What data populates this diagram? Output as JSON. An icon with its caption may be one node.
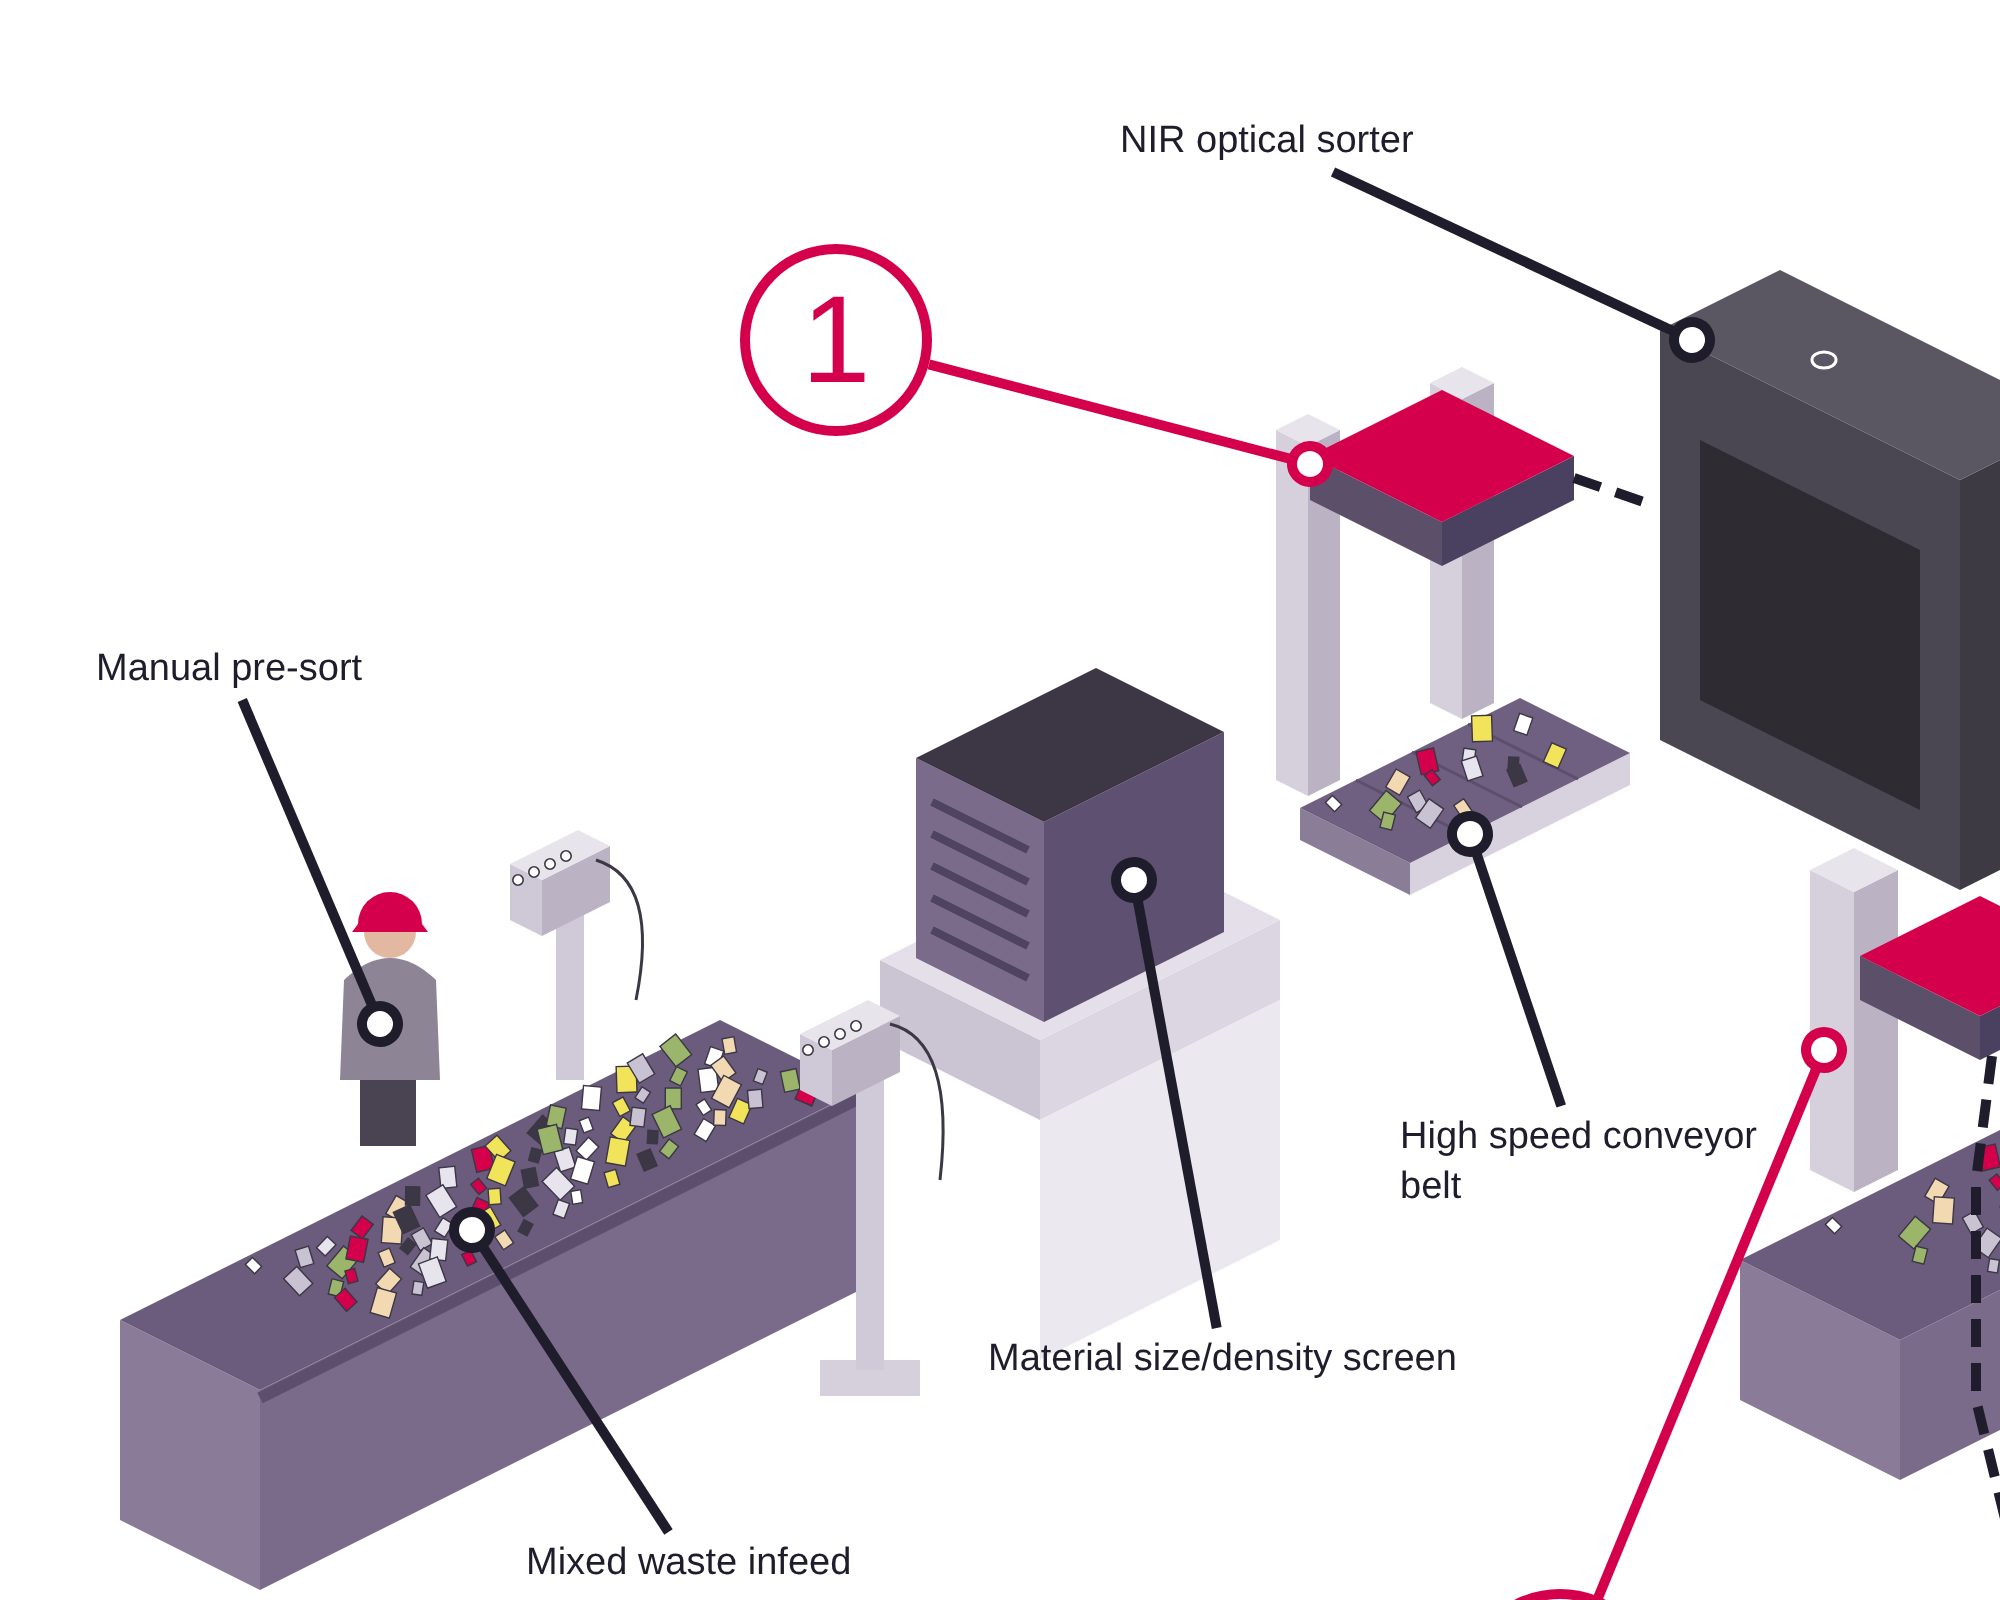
{
  "diagram": {
    "nodes": [
      {
        "text": [
          "NIR optical sorter"
        ]
      },
      {
        "text": [],
        "shape": "picture"
      },
      {
        "text": [
          "1"
        ]
      },
      {
        "text": [],
        "shape": "picture"
      },
      {
        "text": [
          "Manual pre-sort"
        ]
      },
      {
        "text": [],
        "shape": "person"
      },
      {
        "text": [
          "Material size/density screen"
        ]
      },
      {
        "text": [],
        "shape": "picture"
      },
      {
        "text": [
          "High speed conveyor belt"
        ]
      },
      {
        "text": [],
        "shape": "picture"
      },
      {
        "text": [
          "Mixed waste infeed"
        ]
      },
      {
        "text": [],
        "shape": "picture"
      },
      {
        "text": [],
        "shape": "circle"
      },
      {
        "text": [],
        "shape": "picture"
      }
    ],
    "edges": [
      {
        "from": 0,
        "to": 1,
        "arrow": "other"
      },
      {
        "from": 2,
        "to": 3,
        "arrow": "other",
        "color": "#d4004b"
      },
      {
        "from": 3,
        "to": 1,
        "arrow": "none",
        "style": "dashed"
      },
      {
        "from": 4,
        "to": 5,
        "arrow": "other"
      },
      {
        "from": 6,
        "to": 7,
        "arrow": "other"
      },
      {
        "from": 8,
        "to": 9,
        "arrow": "other"
      },
      {
        "from": 10,
        "to": 11,
        "arrow": "other"
      },
      {
        "from": 12,
        "to": 13,
        "arrow": "other",
        "color": "#d4004b"
      },
      {
        "from": 13,
        "to": null,
        "arrow": "none",
        "style": "dashed"
      }
    ]
  }
}
